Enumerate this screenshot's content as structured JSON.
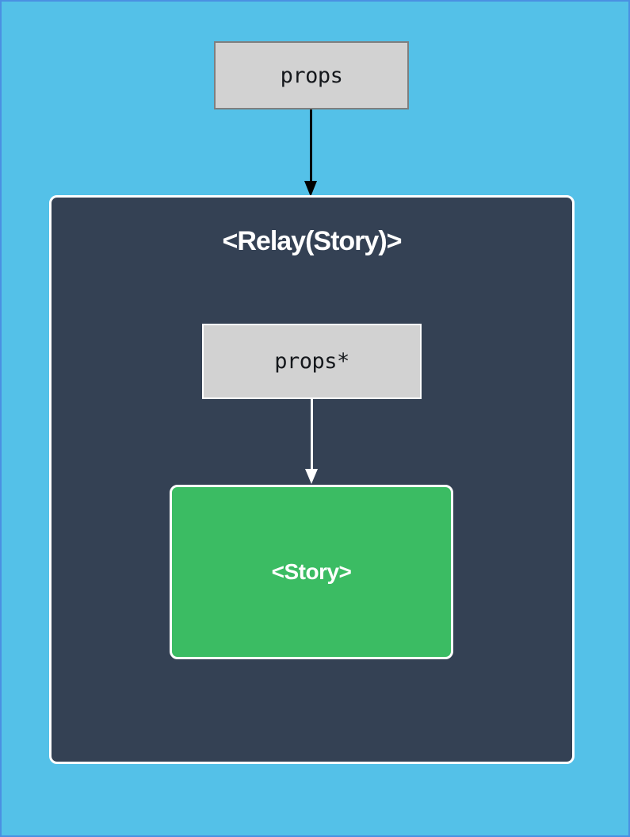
{
  "diagram": {
    "outer_props_box": {
      "label": "props"
    },
    "relay_container": {
      "title": "<Relay(Story)>"
    },
    "inner_props_box": {
      "label": "props*"
    },
    "story_box": {
      "label": "<Story>"
    },
    "colors": {
      "background": "#54c1e8",
      "page_border": "#4a90e2",
      "container_bg": "#344154",
      "story_green": "#3bbc63",
      "props_fill": "#d2d2d2",
      "props_border": "#7f7f7f",
      "arrow_black": "#000000",
      "arrow_white": "#ffffff"
    }
  }
}
